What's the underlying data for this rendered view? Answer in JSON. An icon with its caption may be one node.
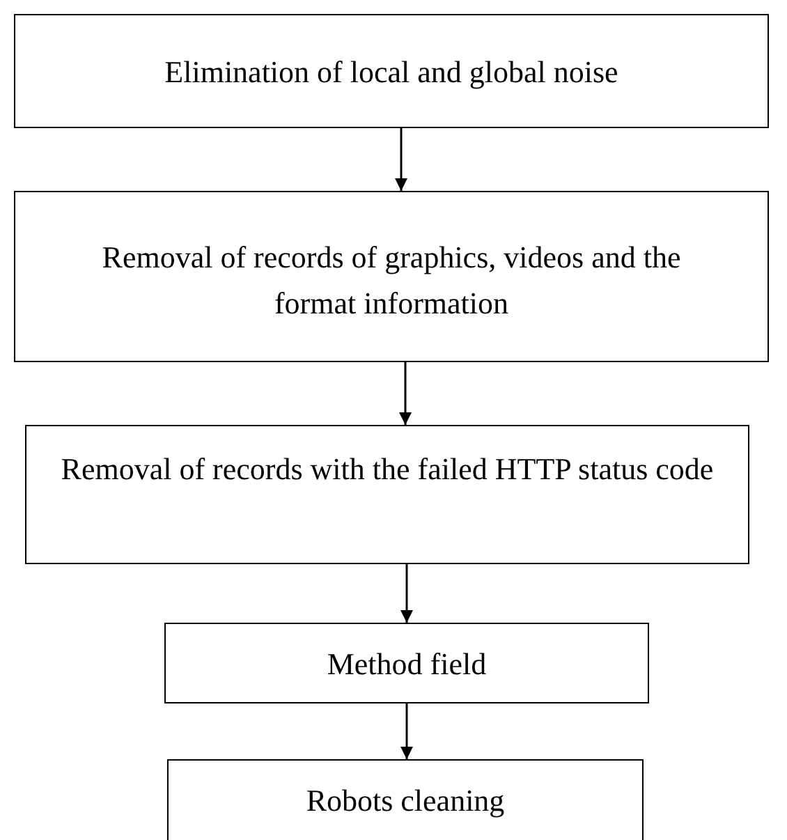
{
  "diagram": {
    "nodes": [
      {
        "text": [
          "Elimination of local and global noise"
        ]
      },
      {
        "text": [
          "Removal of records of graphics, videos and the format information"
        ]
      },
      {
        "text": [
          "Removal of records with the failed HTTP status code"
        ]
      },
      {
        "text": [
          "Method field"
        ]
      },
      {
        "text": [
          "Robots cleaning"
        ]
      }
    ],
    "edges": [
      {
        "from": 0,
        "to": 1,
        "arrow": "to"
      },
      {
        "from": 1,
        "to": 2,
        "arrow": "to"
      },
      {
        "from": 2,
        "to": 3,
        "arrow": "to"
      },
      {
        "from": 3,
        "to": 4,
        "arrow": "to"
      }
    ]
  }
}
